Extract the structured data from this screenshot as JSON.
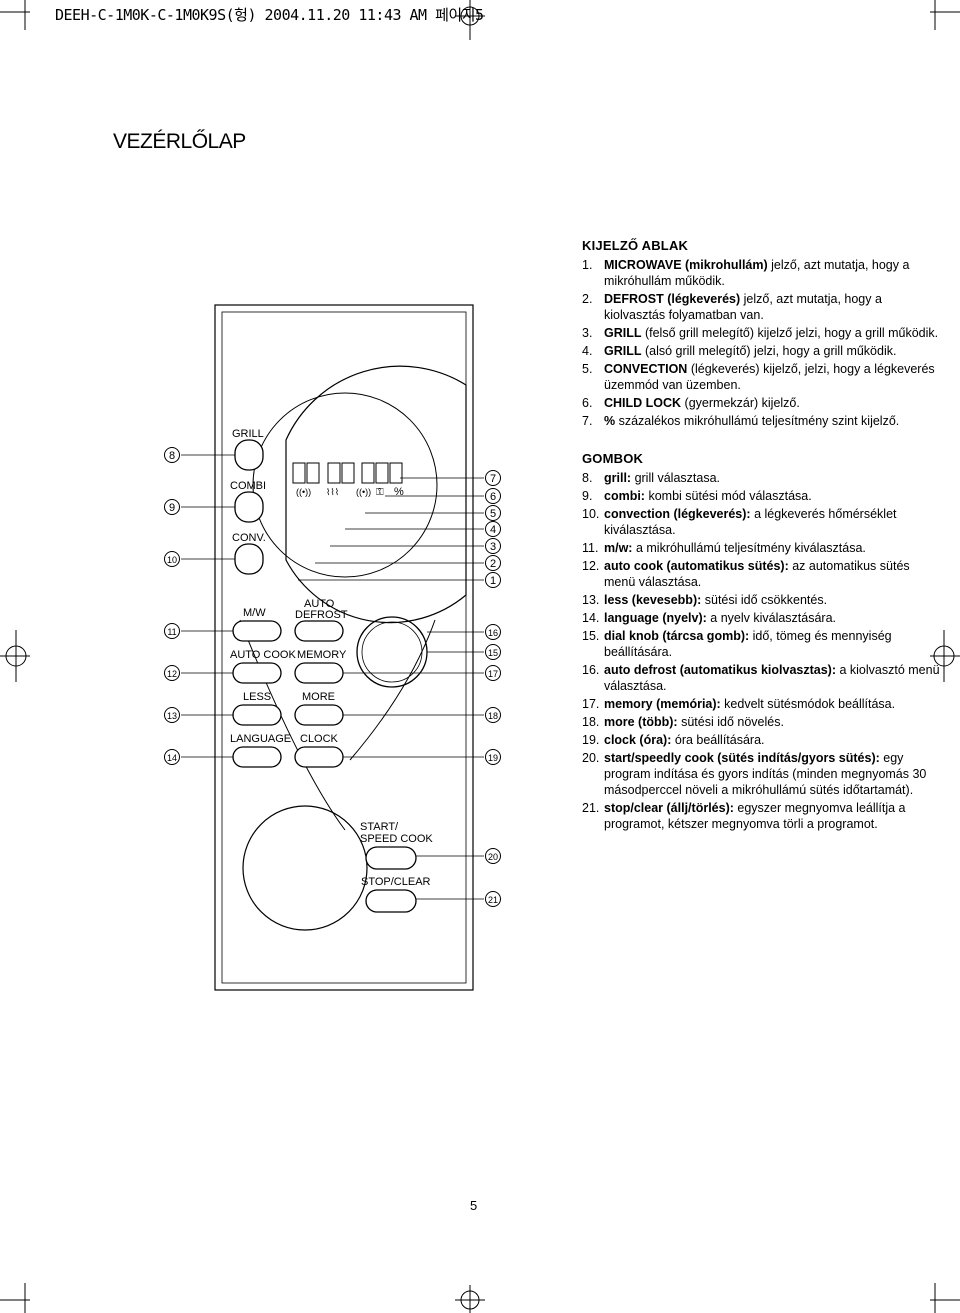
{
  "header": {
    "text": "DEEH-C-1M0K-C-1M0K9S(헝) 2004.11.20 11:43 AM 페이지5"
  },
  "title": "VEZÉRLŐLAP",
  "panel": {
    "labels": {
      "grill": "GRILL",
      "combi": "COMBI",
      "conv": "CONV.",
      "mw": "M/W",
      "auto_cook": "AUTO COOK",
      "less": "LESS",
      "language": "LANGUAGE",
      "auto": "AUTO",
      "defrost": "DEFROST",
      "memory": "MEMORY",
      "more": "MORE",
      "clock": "CLOCK",
      "start1": "START/",
      "start2": "SPEED COOK",
      "stop": "STOP/CLEAR",
      "percent": "%"
    },
    "left_numbers": [
      "8",
      "9",
      "10",
      "11",
      "12",
      "13",
      "14"
    ],
    "right_numbers": [
      "7",
      "6",
      "5",
      "4",
      "3",
      "2",
      "1",
      "16",
      "15",
      "17",
      "18",
      "19",
      "20",
      "21"
    ]
  },
  "display_section": {
    "heading": "KIJELZŐ ABLAK",
    "items": [
      {
        "n": "1.",
        "bold": "MICROWAVE (mikrohullám)",
        "text": " jelző, azt mutatja, hogy a mikróhullám működik."
      },
      {
        "n": "2.",
        "bold": "DEFROST (légkeverés)",
        "text": " jelző, azt mutatja, hogy a kiolvasztás folyamatban van."
      },
      {
        "n": "3.",
        "bold": "GRILL",
        "text": " (felső grill melegítő) kijelző jelzi, hogy a grill működik."
      },
      {
        "n": "4.",
        "bold": "GRILL",
        "text": " (alsó grill melegítő) jelzi, hogy a grill működik."
      },
      {
        "n": "5.",
        "bold": "CONVECTION",
        "text": " (légkeverés) kijelző, jelzi, hogy a légkeverés üzemmód van üzemben."
      },
      {
        "n": "6.",
        "bold": "CHILD LOCK",
        "text": " (gyermekzár) kijelző."
      },
      {
        "n": "7.",
        "bold": "%",
        "text": " százalékos mikróhullámú teljesítmény szint kijelző."
      }
    ]
  },
  "buttons_section": {
    "heading": "GOMBOK",
    "items": [
      {
        "n": "8.",
        "bold": "grill:",
        "text": " grill választasa."
      },
      {
        "n": "9.",
        "bold": "combi:",
        "text": " kombi sütési mód választása."
      },
      {
        "n": "10.",
        "bold": "convection (légkeverés):",
        "text": " a légkeverés hőmérséklet kiválasztása."
      },
      {
        "n": "11.",
        "bold": "m/w:",
        "text": " a mikróhullámú teljesítmény kiválasztása."
      },
      {
        "n": "12.",
        "bold": "auto cook (automatikus sütés):",
        "text": " az automatikus sütés menü választása."
      },
      {
        "n": "13.",
        "bold": "less (kevesebb):",
        "text": " sütési idő csökkentés."
      },
      {
        "n": "14.",
        "bold": "language (nyelv):",
        "text": " a nyelv kiválasztására."
      },
      {
        "n": "15.",
        "bold": "dial knob (tárcsa gomb):",
        "text": " idő, tömeg és mennyiség beállítására."
      },
      {
        "n": "16.",
        "bold": "auto defrost (automatikus kiolvasztas):",
        "text": " a kiolvasztó menü választása."
      },
      {
        "n": "17.",
        "bold": "memory (memória):",
        "text": " kedvelt sütésmódok beállítása."
      },
      {
        "n": "18.",
        "bold": "more (több):",
        "text": " sütési idő növelés."
      },
      {
        "n": "19.",
        "bold": "clock (óra):",
        "text": " óra beállítására."
      },
      {
        "n": "20.",
        "bold": "start/speedly cook (sütés indítás/gyors sütés):",
        "text": " egy program indítása és gyors indítás (minden megnyomás 30 másodperccel növeli a mikróhullámú sütés időtartamát)."
      },
      {
        "n": "21.",
        "bold": "stop/clear (állj/törlés):",
        "text": " egyszer megnyomva leállítja a programot, kétszer megnyomva törli a programot."
      }
    ]
  },
  "page_number": "5"
}
